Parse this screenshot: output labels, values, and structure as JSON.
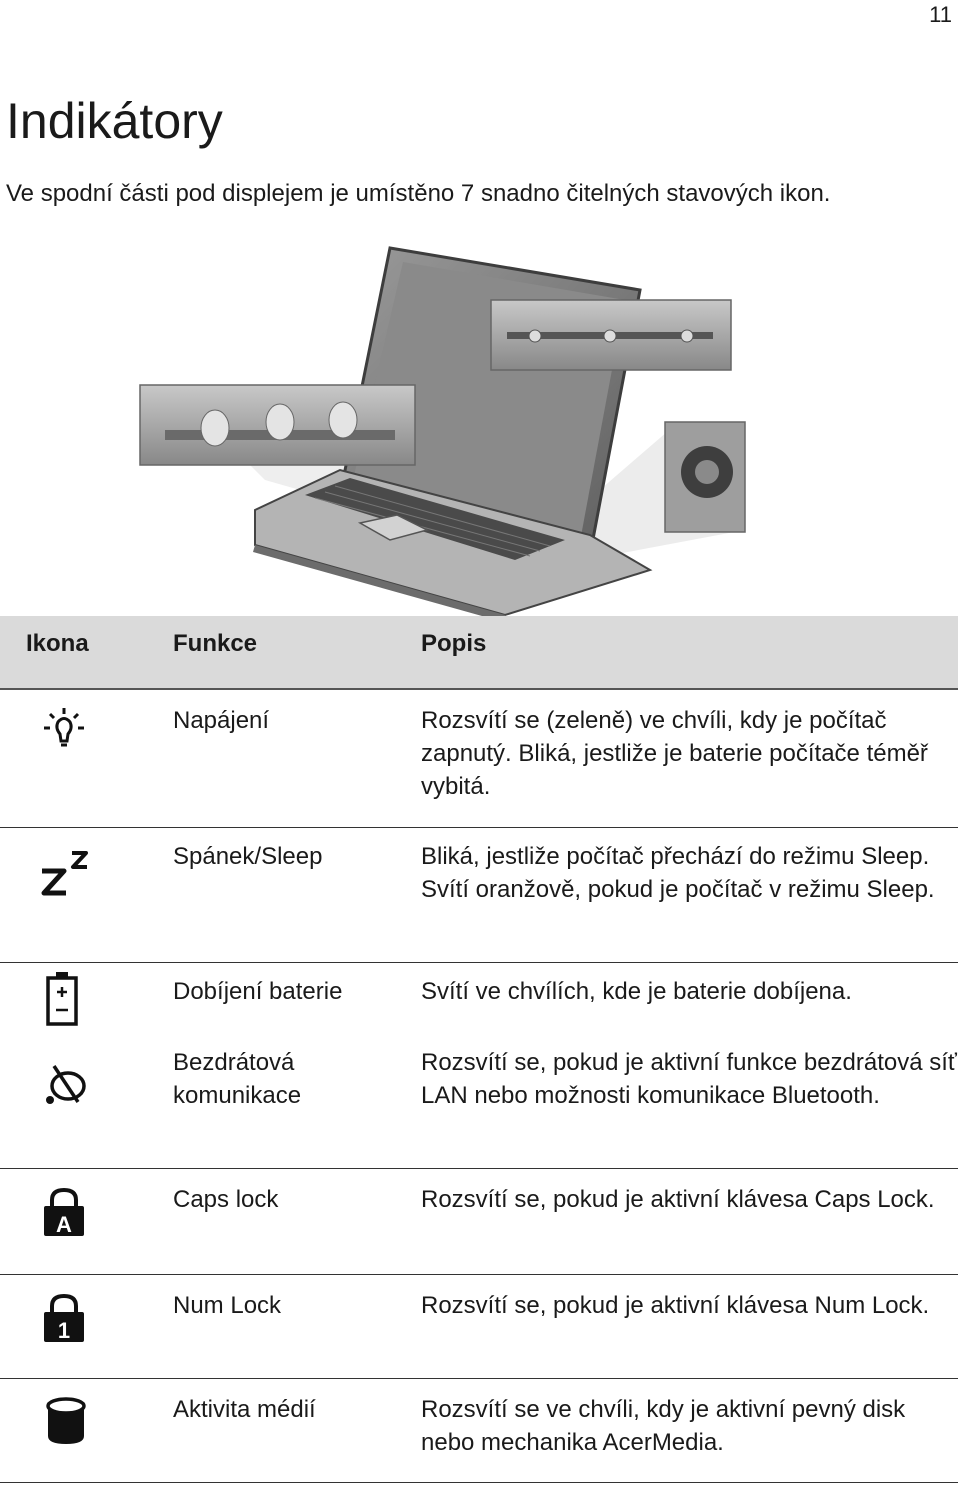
{
  "page": {
    "number": "11"
  },
  "heading": {
    "title": "Indikátory",
    "intro": "Ve spodní části pod displejem je umístěno 7 snadno čitelných stavových ikon."
  },
  "table": {
    "headers": {
      "icon": "Ikona",
      "function": "Funkce",
      "description": "Popis"
    },
    "rows": [
      {
        "icon": "power-icon",
        "function": "Napájení",
        "description": "Rozsvítí se (zeleně) ve chvíli, kdy je počítač zapnutý. Bliká, jestliže je baterie počítače téměř vybitá."
      },
      {
        "icon": "sleep-icon",
        "function": "Spánek/Sleep",
        "description": "Bliká, jestliže počítač přechází do režimu Sleep. Svítí oranžově, pokud je počítač v režimu Sleep."
      },
      {
        "icon": "battery-charge-icon",
        "function": "Dobíjení baterie",
        "description": "Svítí ve chvílích, kde je baterie dobíjena."
      },
      {
        "icon": "wireless-icon",
        "function": "Bezdrátová komunikace",
        "description": "Rozsvítí se, pokud je aktivní funkce bezdrátová síť LAN nebo možnosti komunikace Bluetooth."
      },
      {
        "icon": "caps-lock-icon",
        "icon_glyph": "A",
        "function": "Caps lock",
        "description": "Rozsvítí se, pokud je aktivní klávesa Caps Lock."
      },
      {
        "icon": "num-lock-icon",
        "icon_glyph": "1",
        "function": "Num Lock",
        "description": "Rozsvítí se, pokud je aktivní klávesa Num Lock."
      },
      {
        "icon": "media-activity-icon",
        "function": "Aktivita médií",
        "description": "Rozsvítí se ve chvíli, kdy je aktivní pevný disk nebo mechanika AcerMedia."
      }
    ]
  }
}
